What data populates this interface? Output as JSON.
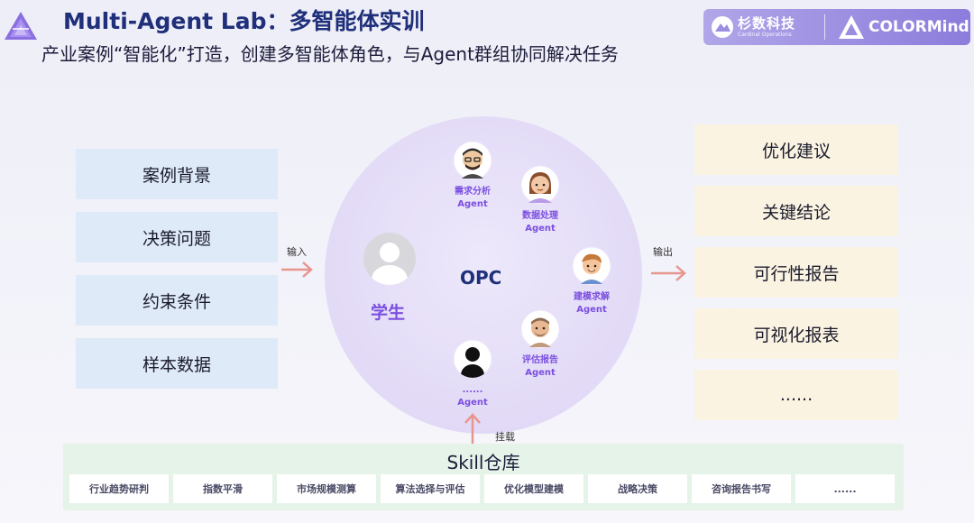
{
  "header": {
    "title": "Multi-Agent Lab：多智能体实训",
    "subtitle": "产业案例“智能化”打造，创建多智能体角色，与Agent群组协同解决任务"
  },
  "brand": {
    "left_name": "杉数科技",
    "left_sub": "Cardinal Operations",
    "right_name": "COLORMind"
  },
  "inputs": [
    "案例背景",
    "决策问题",
    "约束条件",
    "样本数据"
  ],
  "outputs": [
    "优化建议",
    "关键结论",
    "可行性报告",
    "可视化报表",
    "......"
  ],
  "arrows": {
    "input_label": "输入",
    "output_label": "输出",
    "mount_label": "挂载"
  },
  "center": {
    "hub_label": "OPC",
    "student_label": "学生",
    "agents": [
      {
        "line1": "需求分析",
        "line2": "Agent"
      },
      {
        "line1": "数据处理",
        "line2": "Agent"
      },
      {
        "line1": "建模求解",
        "line2": "Agent"
      },
      {
        "line1": "评估报告",
        "line2": "Agent"
      },
      {
        "line1": "......",
        "line2": "Agent"
      }
    ]
  },
  "skills": {
    "title": "Skill仓库",
    "items": [
      "行业趋势研判",
      "指数平滑",
      "市场规模测算",
      "算法选择与评估",
      "优化模型建模",
      "战略决策",
      "咨询报告书写",
      "......"
    ]
  },
  "colors": {
    "title": "#1f2f7a",
    "accent_purple": "#7b4fe0",
    "input_box": "#deeaf8",
    "output_box": "#faf3e2",
    "skill_panel": "#e5f3e8",
    "arrow": "#e8958f",
    "brand_bar": "#9b8de0"
  }
}
